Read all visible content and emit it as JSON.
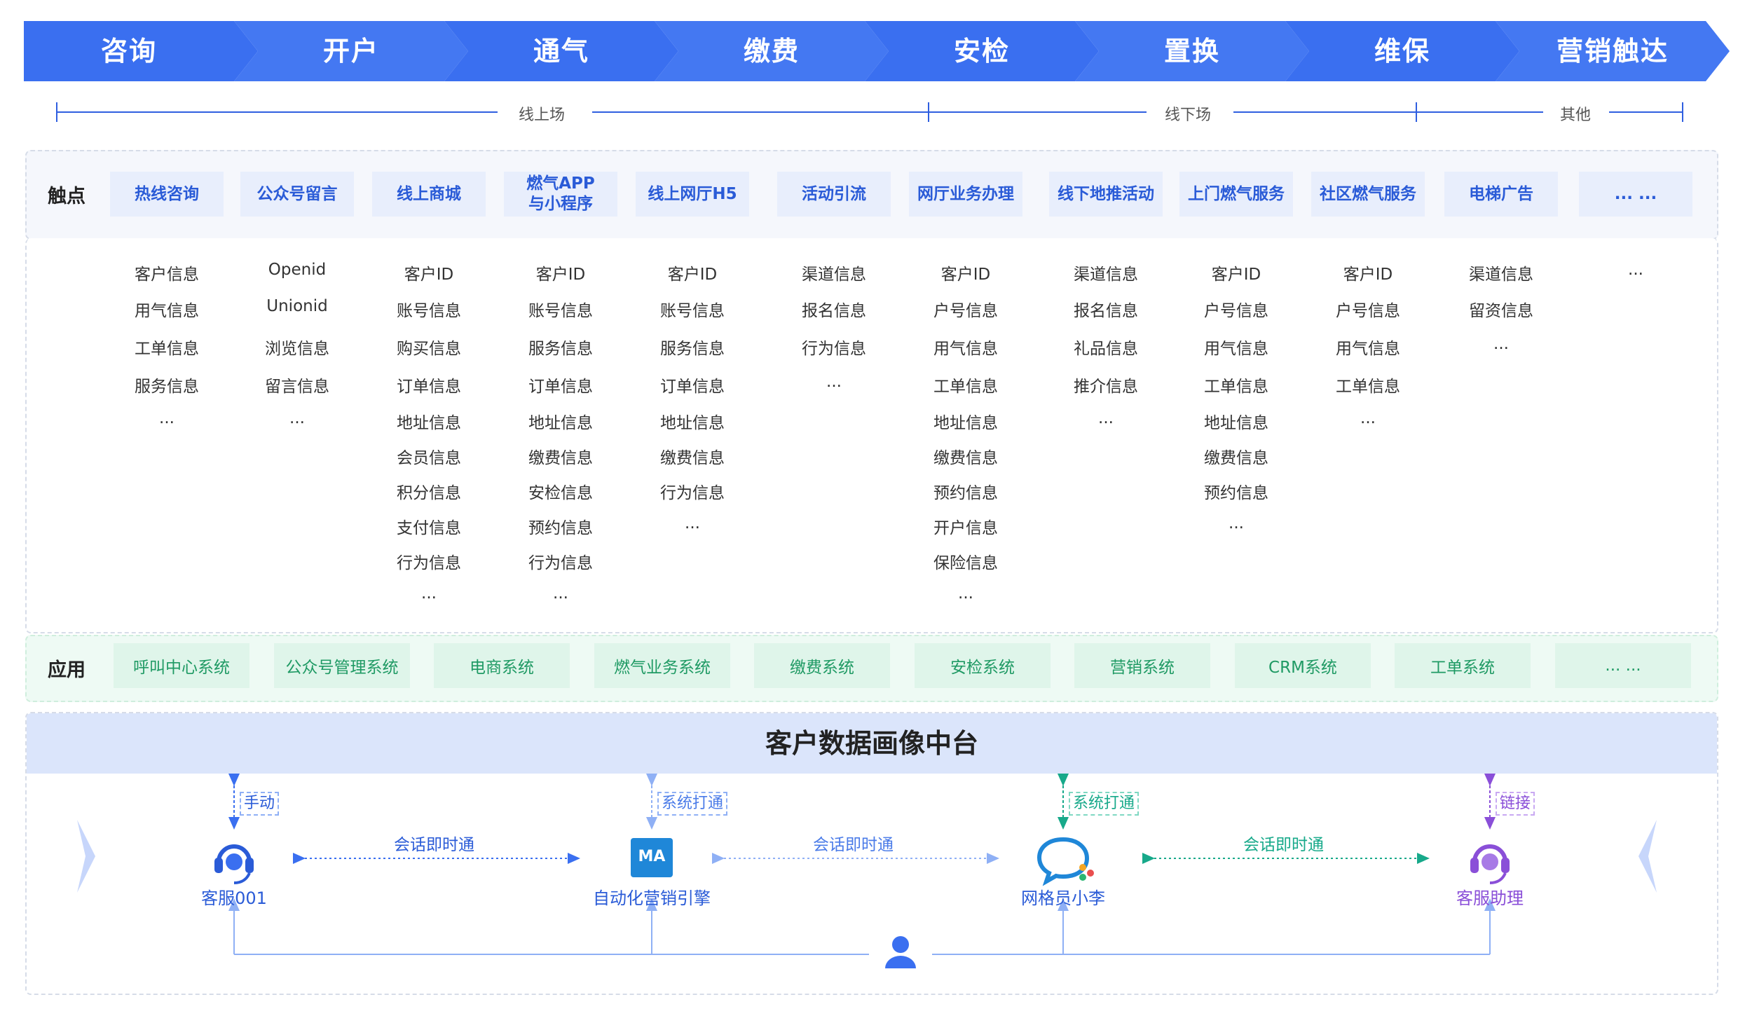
{
  "stages": [
    "咨询",
    "开户",
    "通气",
    "缴费",
    "安检",
    "置换",
    "维保",
    "营销触达"
  ],
  "timeline": {
    "online": "线上场",
    "offline": "线下场",
    "other": "其他"
  },
  "touch_row": {
    "title": "触点",
    "items": [
      "热线咨询",
      "公众号留言",
      "线上商城",
      "燃气APP\n与小程序",
      "线上网厅H5",
      "活动引流",
      "网厅业务办理",
      "线下地推活动",
      "上门燃气服务",
      "社区燃气服务",
      "电梯广告",
      "... ..."
    ]
  },
  "info_columns": [
    [
      "客户信息",
      "用气信息",
      "工单信息",
      "服务信息",
      "..."
    ],
    [
      "Openid",
      "Unionid",
      "浏览信息",
      "留言信息",
      "..."
    ],
    [
      "客户ID",
      "账号信息",
      "购买信息",
      "订单信息",
      "地址信息",
      "会员信息",
      "积分信息",
      "支付信息",
      "行为信息",
      "..."
    ],
    [
      "客户ID",
      "账号信息",
      "服务信息",
      "订单信息",
      "地址信息",
      "缴费信息",
      "安检信息",
      "预约信息",
      "行为信息",
      "..."
    ],
    [
      "客户ID",
      "账号信息",
      "服务信息",
      "订单信息",
      "地址信息",
      "缴费信息",
      "行为信息",
      "..."
    ],
    [
      "渠道信息",
      "报名信息",
      "行为信息",
      "..."
    ],
    [
      "客户ID",
      "户号信息",
      "用气信息",
      "工单信息",
      "地址信息",
      "缴费信息",
      "预约信息",
      "开户信息",
      "保险信息",
      "..."
    ],
    [
      "渠道信息",
      "报名信息",
      "礼品信息",
      "推介信息",
      "..."
    ],
    [
      "客户ID",
      "户号信息",
      "用气信息",
      "工单信息",
      "地址信息",
      "缴费信息",
      "预约信息",
      "..."
    ],
    [
      "客户ID",
      "户号信息",
      "用气信息",
      "工单信息",
      "..."
    ],
    [
      "渠道信息",
      "留资信息",
      "..."
    ],
    [
      "..."
    ]
  ],
  "app_row": {
    "title": "应用",
    "items": [
      "呼叫中心系统",
      "公众号管理系统",
      "电商系统",
      "燃气业务系统",
      "缴费系统",
      "安检系统",
      "营销系统",
      "CRM系统",
      "工单系统",
      "... ..."
    ]
  },
  "platform": {
    "title": "客户数据画像中台",
    "nodes": [
      {
        "label": "客服001",
        "tag": "手动",
        "icon": "headset-icon"
      },
      {
        "label": "自动化营销引擎",
        "tag": "系统打通",
        "icon": "ma-icon",
        "icon_text": "MA"
      },
      {
        "label": "网格员小李",
        "tag": "系统打通",
        "icon": "chat-icon"
      },
      {
        "label": "客服助理",
        "tag": "链接",
        "icon": "headset-icon"
      }
    ],
    "session_label": "会话即时通"
  },
  "colors": {
    "primary": "#3a6ff0",
    "green": "#1f9a64",
    "teal": "#17a98a",
    "purple": "#8a4fd8"
  }
}
